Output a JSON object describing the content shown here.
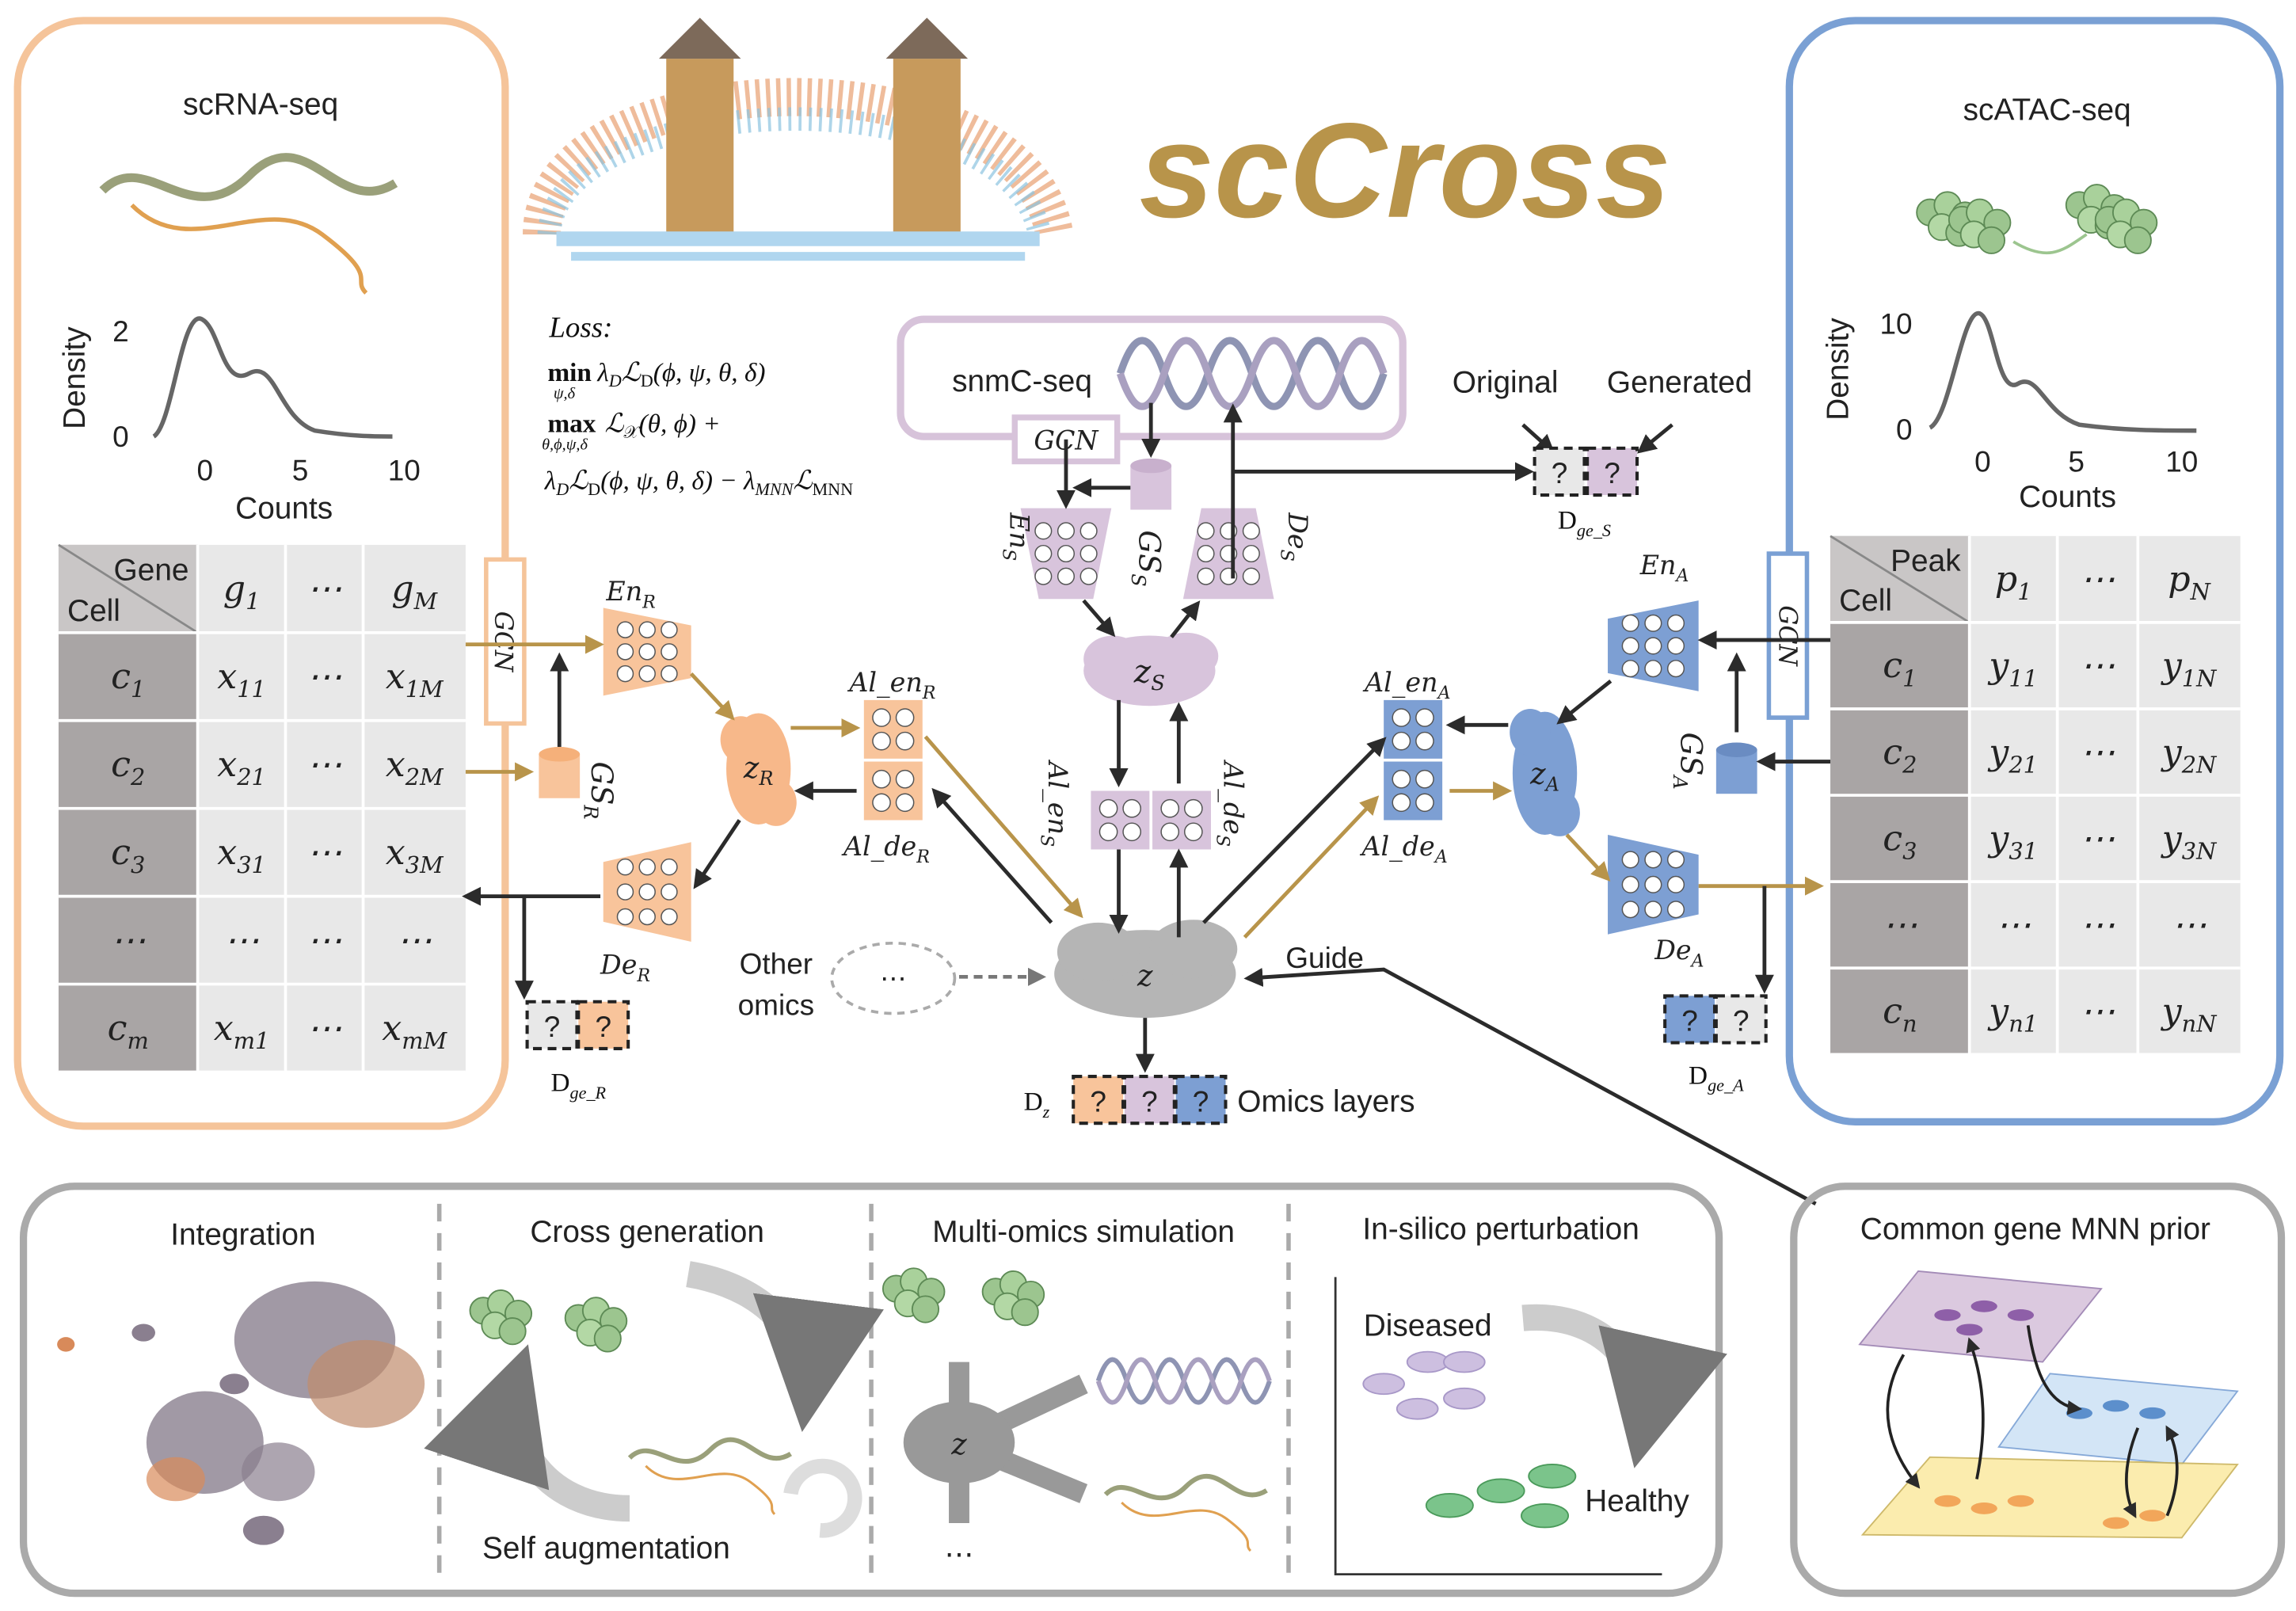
{
  "title": "scCross",
  "colors": {
    "rna": "#f8c49b",
    "snmc": "#d8c4dc",
    "atac": "#7d9fd3",
    "shared": "#b5b5b5",
    "cross_arrow": "#b8944a",
    "title": "#b8944a"
  },
  "rna": {
    "label": "scRNA-seq",
    "density": {
      "ylabel": "Density",
      "yticks": [
        "0",
        "2"
      ],
      "xticks": [
        "0",
        "5",
        "10"
      ],
      "xlabel": "Counts"
    },
    "gcn": "GCN",
    "table": {
      "corner_top": "Gene",
      "corner_bottom": "Cell",
      "columns": [
        [
          "g",
          "1"
        ],
        [
          "⋯",
          ""
        ],
        [
          "g",
          "M"
        ]
      ],
      "rows": [
        {
          "cell": [
            "c",
            "1"
          ],
          "values": [
            [
              "x",
              "11"
            ],
            [
              "⋯",
              ""
            ],
            [
              "x",
              "1M"
            ]
          ]
        },
        {
          "cell": [
            "c",
            "2"
          ],
          "values": [
            [
              "x",
              "21"
            ],
            [
              "⋯",
              ""
            ],
            [
              "x",
              "2M"
            ]
          ]
        },
        {
          "cell": [
            "c",
            "3"
          ],
          "values": [
            [
              "x",
              "31"
            ],
            [
              "⋯",
              ""
            ],
            [
              "x",
              "3M"
            ]
          ]
        },
        {
          "cell": [
            "⋯",
            ""
          ],
          "values": [
            [
              "⋯",
              ""
            ],
            [
              "⋯",
              ""
            ],
            [
              "⋯",
              ""
            ]
          ]
        },
        {
          "cell": [
            "c",
            "m"
          ],
          "values": [
            [
              "x",
              "m1"
            ],
            [
              "⋯",
              ""
            ],
            [
              "x",
              "mM"
            ]
          ]
        }
      ]
    }
  },
  "atac": {
    "label": "scATAC-seq",
    "density": {
      "ylabel": "Density",
      "yticks": [
        "0",
        "10"
      ],
      "xticks": [
        "0",
        "5",
        "10"
      ],
      "xlabel": "Counts"
    },
    "gcn": "GCN",
    "table": {
      "corner_top": "Peak",
      "corner_bottom": "Cell",
      "columns": [
        [
          "p",
          "1"
        ],
        [
          "⋯",
          ""
        ],
        [
          "p",
          "N"
        ]
      ],
      "rows": [
        {
          "cell": [
            "c",
            "1"
          ],
          "values": [
            [
              "y",
              "11"
            ],
            [
              "⋯",
              ""
            ],
            [
              "y",
              "1N"
            ]
          ]
        },
        {
          "cell": [
            "c",
            "2"
          ],
          "values": [
            [
              "y",
              "21"
            ],
            [
              "⋯",
              ""
            ],
            [
              "y",
              "2N"
            ]
          ]
        },
        {
          "cell": [
            "c",
            "3"
          ],
          "values": [
            [
              "y",
              "31"
            ],
            [
              "⋯",
              ""
            ],
            [
              "y",
              "3N"
            ]
          ]
        },
        {
          "cell": [
            "⋯",
            ""
          ],
          "values": [
            [
              "⋯",
              ""
            ],
            [
              "⋯",
              ""
            ],
            [
              "⋯",
              ""
            ]
          ]
        },
        {
          "cell": [
            "c",
            "n"
          ],
          "values": [
            [
              "y",
              "n1"
            ],
            [
              "⋯",
              ""
            ],
            [
              "y",
              "nN"
            ]
          ]
        }
      ]
    }
  },
  "snmc": {
    "label": "snmC-seq",
    "gcn": "GCN"
  },
  "loss": {
    "label": "Loss:",
    "l1": {
      "op": "min",
      "under": "ψ,δ",
      "a": "λ",
      "a_sub": "D",
      "b": "ℒ",
      "b_sub": "D",
      "c": "(ϕ, ψ, θ, δ)"
    },
    "l2": {
      "op": "max",
      "under": "θ,ϕ,ψ,δ",
      "b": "ℒ",
      "b_sub": "𝒳",
      "c": "(θ, ϕ) +"
    },
    "l3": {
      "a": "λ",
      "a_sub": "D",
      "b": "ℒ",
      "b_sub": "D",
      "c": "(ϕ, ψ, θ, δ) − λ",
      "d_sub": "MNN",
      "e": "ℒ",
      "e_sub": "MNN"
    }
  },
  "labels": {
    "gs_r": [
      "GS",
      "R"
    ],
    "gs_s": [
      "GS",
      "S"
    ],
    "gs_a": [
      "GS",
      "A"
    ],
    "en_r": [
      "En",
      "R"
    ],
    "de_r": [
      "De",
      "R"
    ],
    "en_s": [
      "En",
      "S"
    ],
    "de_s": [
      "De",
      "S"
    ],
    "en_a": [
      "En",
      "A"
    ],
    "de_a": [
      "De",
      "A"
    ],
    "z_r": [
      "z",
      "R"
    ],
    "z_s": [
      "z",
      "S"
    ],
    "z_a": [
      "z",
      "A"
    ],
    "z": [
      "z",
      ""
    ],
    "al_en_r": [
      "Al_en",
      "R"
    ],
    "al_de_r": [
      "Al_de",
      "R"
    ],
    "al_en_s": [
      "Al_en",
      "S"
    ],
    "al_de_s": [
      "Al_de",
      "S"
    ],
    "al_en_a": [
      "Al_en",
      "A"
    ],
    "al_de_a": [
      "Al_de",
      "A"
    ]
  },
  "discriminators": {
    "original": "Original",
    "generated": "Generated",
    "question": "?",
    "d_ge_s": [
      "D",
      "ge_S"
    ],
    "d_ge_r": [
      "D",
      "ge_R"
    ],
    "d_ge_a": [
      "D",
      "ge_A"
    ],
    "d_z": [
      "D",
      "z"
    ],
    "omics_layers": "Omics layers"
  },
  "other_omics": {
    "line1": "Other",
    "line2": "omics",
    "dots": "⋯"
  },
  "guide": "Guide",
  "applications": {
    "integration": "Integration",
    "cross_generation": "Cross generation",
    "self_augmentation": "Self augmentation",
    "multi_omics_simulation": "Multi-omics simulation",
    "sim_z": "z",
    "sim_dots": "⋯",
    "perturbation": "In-silico perturbation",
    "diseased": "Diseased",
    "healthy": "Healthy",
    "mnn_prior": "Common gene MNN prior"
  }
}
